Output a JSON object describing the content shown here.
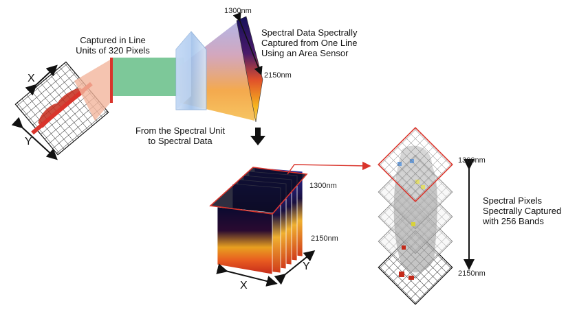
{
  "labels": {
    "captured_line_1": "Captured in Line",
    "captured_line_2": "Units of 320 Pixels",
    "spectral_data_1": "Spectral Data Spectrally",
    "spectral_data_2": "Captured from One Line",
    "spectral_data_3": "Using an Area Sensor",
    "spectral_unit_1": "From the Spectral Unit",
    "spectral_unit_2": "to Spectral Data",
    "pixels_1": "Spectral Pixels",
    "pixels_2": "Spectrally Captured",
    "pixels_3": "with 256 Bands"
  },
  "wavelengths": {
    "prism_top": "1300nm",
    "prism_bottom": "2150nm",
    "cube_top": "1300nm",
    "cube_bottom": "2150nm",
    "stack_top": "1300nm",
    "stack_bottom": "2150nm"
  },
  "axes": {
    "grid_x": "X",
    "grid_y": "Y",
    "cube_x": "X",
    "cube_y": "Y"
  },
  "colors": {
    "line_red": "#d9342b",
    "beam_salmon": "#f2b59c",
    "beam_green": "#6fc28e",
    "prism_blue": "#a8c8ec",
    "spectrum_dark": "#1a1460",
    "spectrum_hot": "#f3b02a"
  }
}
